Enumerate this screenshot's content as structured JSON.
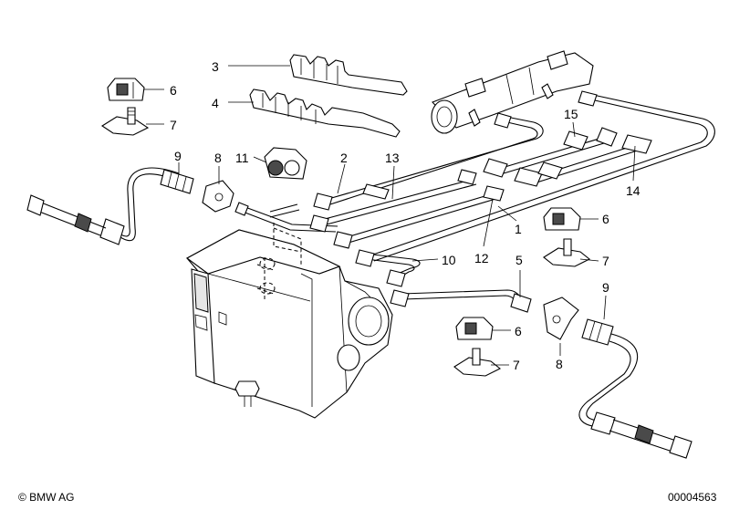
{
  "diagram": {
    "callouts": [
      {
        "id": "c3",
        "text": "3"
      },
      {
        "id": "c4",
        "text": "4"
      },
      {
        "id": "c6a",
        "text": "6"
      },
      {
        "id": "c7a",
        "text": "7"
      },
      {
        "id": "c9a",
        "text": "9"
      },
      {
        "id": "c8a",
        "text": "8"
      },
      {
        "id": "c11",
        "text": "11"
      },
      {
        "id": "c2",
        "text": "2"
      },
      {
        "id": "c13",
        "text": "13"
      },
      {
        "id": "c15",
        "text": "15"
      },
      {
        "id": "c14",
        "text": "14"
      },
      {
        "id": "c1",
        "text": "1"
      },
      {
        "id": "c6b",
        "text": "6"
      },
      {
        "id": "c7b",
        "text": "7"
      },
      {
        "id": "c12",
        "text": "12"
      },
      {
        "id": "c10",
        "text": "10"
      },
      {
        "id": "c5",
        "text": "5"
      },
      {
        "id": "c9b",
        "text": "9"
      },
      {
        "id": "c6c",
        "text": "6"
      },
      {
        "id": "c7c",
        "text": "7"
      },
      {
        "id": "c8b",
        "text": "8"
      }
    ],
    "copyright": "© BMW AG",
    "diagram_number": "00004563"
  }
}
